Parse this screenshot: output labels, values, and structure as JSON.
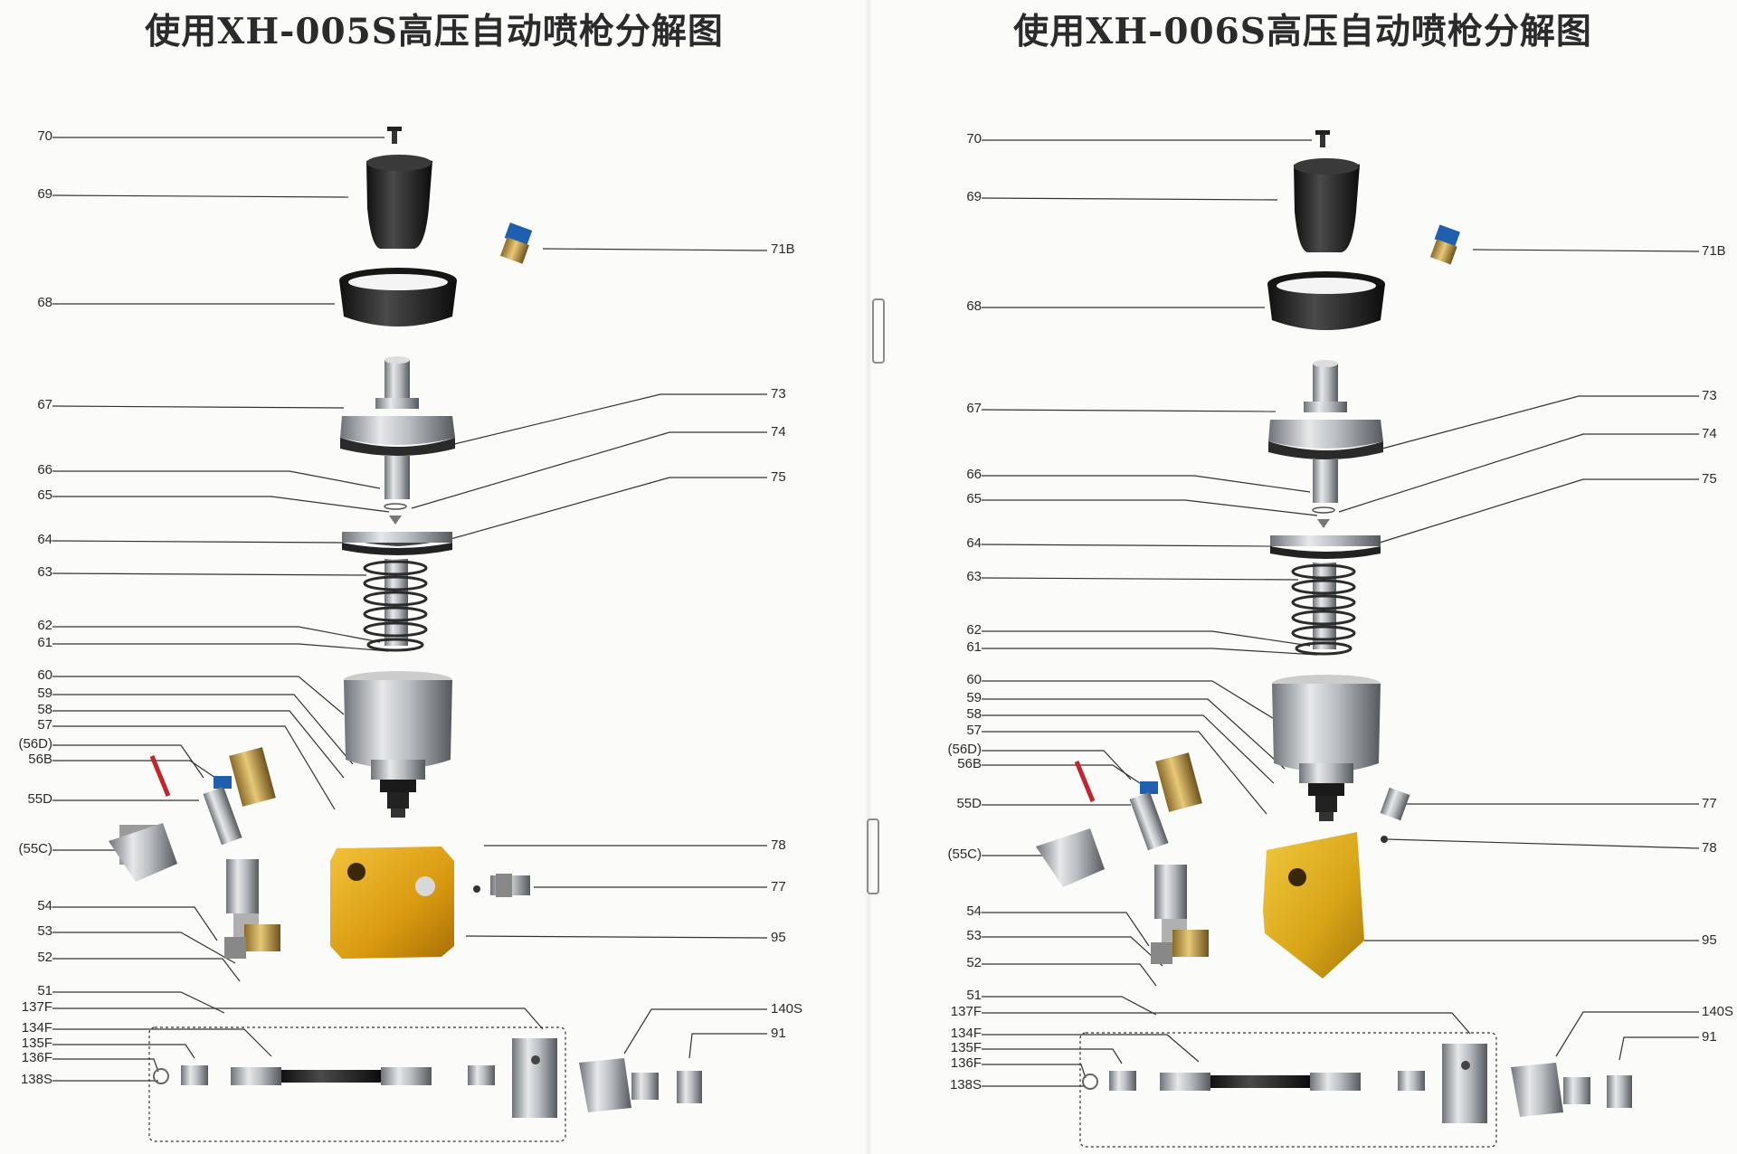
{
  "left_page": {
    "title": "使用XH-005S高压自动喷枪分解图",
    "left_callouts": [
      "70",
      "69",
      "68",
      "67",
      "66",
      "65",
      "64",
      "63",
      "62",
      "61",
      "60",
      "59",
      "58",
      "57",
      "(56D)",
      "56B",
      "55D",
      "(55C)",
      "54",
      "53",
      "52",
      "51",
      "137F",
      "134F",
      "135F",
      "136F",
      "138S"
    ],
    "right_callouts": [
      "71B",
      "73",
      "74",
      "75",
      "78",
      "77",
      "95",
      "140S",
      "91"
    ]
  },
  "right_page": {
    "title": "使用XH-006S高压自动喷枪分解图",
    "left_callouts": [
      "70",
      "69",
      "68",
      "67",
      "66",
      "65",
      "64",
      "63",
      "62",
      "61",
      "60",
      "59",
      "58",
      "57",
      "(56D)",
      "56B",
      "55D",
      "(55C)",
      "54",
      "53",
      "52",
      "51",
      "137F",
      "134F",
      "135F",
      "136F",
      "138S"
    ],
    "right_callouts": [
      "71B",
      "73",
      "74",
      "75",
      "77",
      "78",
      "95",
      "140S",
      "91"
    ]
  }
}
